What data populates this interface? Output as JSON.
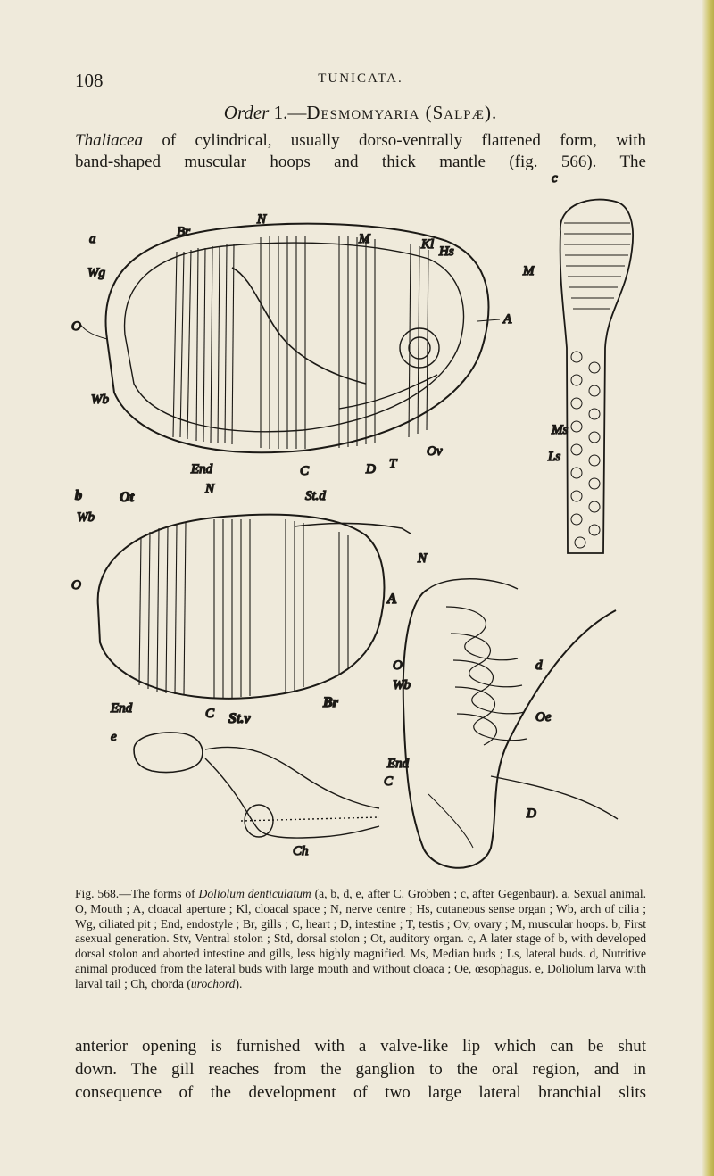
{
  "header": {
    "page_number": "108",
    "running_head": "TUNICATA."
  },
  "order_title": {
    "prefix": "Order",
    "rest": " 1.—",
    "group": "Desmomyaria",
    "synonym": " (Salpæ)."
  },
  "intro": {
    "term": "Thaliacea",
    "line1_rest": " of cylindrical, usually dorso-ventrally flattened form, with",
    "line2": "band-shaped muscular hoops and thick mantle (fig. 566). The"
  },
  "figure": {
    "labels": {
      "a": "a",
      "Br_a": "Br",
      "N_a": "N",
      "M_a": "M",
      "Kl": "Kl",
      "Hs": "Hs",
      "Wg": "Wg",
      "O_a": "O",
      "A_a": "A",
      "Wb_a": "Wb",
      "End_a": "End",
      "C_a": "C",
      "D": "D",
      "T": "T",
      "Ov": "Ov",
      "b": "b",
      "Ot": "Ot",
      "N_b": "N",
      "Std": "St.d",
      "Wb_b": "Wb",
      "O_b": "O",
      "A_b": "A",
      "End_b": "End",
      "C_b": "C",
      "Stv": "St.v",
      "Br_b": "Br",
      "c": "c",
      "M_c": "M",
      "Ms": "Ms",
      "Ls": "Ls",
      "N_d": "N",
      "O_d": "O",
      "Wb_d": "Wb",
      "d": "d",
      "Oe": "Oe",
      "End_d": "End",
      "C_d": "C",
      "D_d": "D",
      "e": "e",
      "Ch": "Ch"
    }
  },
  "caption": {
    "fig": "Fig. 568.",
    "text": "—The forms of ",
    "genus": "Doliolum denticulatum",
    "text2": " (a, b, d, e, after C. Grobben ; c, after Gegenbaur). a, Sexual animal. O, Mouth ; A, cloacal aperture ; Kl, cloacal space ; N, nerve centre ; Hs, cutaneous sense organ ; Wb, arch of cilia ; Wg, ciliated pit ; End, endostyle ; Br, gills ; C, heart ; D, intestine ; T, testis ; Ov, ovary ; M, muscular hoops. b, First asexual generation. Stv, Ventral stolon ; Std, dorsal stolon ; Ot, auditory organ. c, A later stage of b, with developed dorsal stolon and aborted intestine and gills, less highly magnified. Ms, Median buds ; Ls, lateral buds. d, Nutritive animal produced from the lateral buds with large mouth and without cloaca ; Oe, œsophagus. e, Doliolum larva with larval tail ; Ch, chorda (",
    "urochord": "urochord",
    "end": ")."
  },
  "body_text": {
    "line1": "anterior opening is furnished with a valve-like lip which can be shut",
    "line2": "down. The gill reaches from the ganglion to the oral region, and in",
    "line3": "consequence of the development of two large lateral branchial slits"
  }
}
